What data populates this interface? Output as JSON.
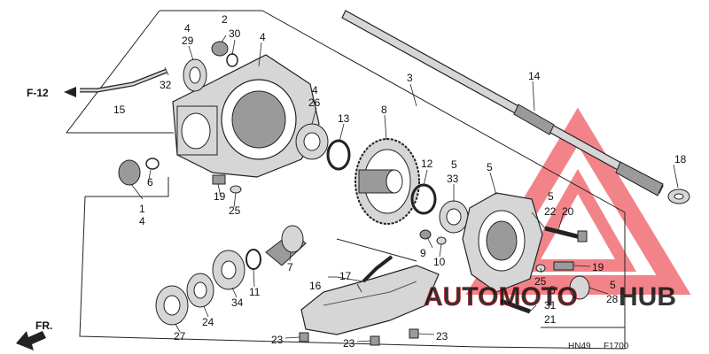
{
  "callouts": {
    "p1": "1",
    "p2": "2",
    "p3": "3",
    "p4a": "4",
    "p4b": "4",
    "p4c": "4",
    "p4d": "4",
    "p5a": "5",
    "p5b": "5",
    "p5c": "5",
    "p5d": "5",
    "p5e": "5",
    "p6": "6",
    "p7": "7",
    "p8": "8",
    "p9": "9",
    "p10": "10",
    "p11": "11",
    "p12": "12",
    "p13": "13",
    "p14": "14",
    "p15": "15",
    "p16": "16",
    "p17": "17",
    "p18": "18",
    "p19a": "19",
    "p19b": "19",
    "p20": "20",
    "p21": "21",
    "p22": "22",
    "p23a": "23",
    "p23b": "23",
    "p23c": "23",
    "p24": "24",
    "p25a": "25",
    "p25b": "25",
    "p26": "26",
    "p27": "27",
    "p28": "28",
    "p29": "29",
    "p30": "30",
    "p31": "31",
    "p32": "32",
    "p33": "33",
    "p34": "34"
  },
  "refs": {
    "f12": "F-12",
    "fr": "FR."
  },
  "codes": {
    "left": "HN49",
    "right": "F1700"
  },
  "watermark": {
    "left": "AUTOMOTO",
    "right": "HUB",
    "color": "#e8202a"
  },
  "colors": {
    "line": "#222222",
    "part": "#d6d6d6",
    "shade": "#9a9a9a",
    "dark": "#555555"
  }
}
